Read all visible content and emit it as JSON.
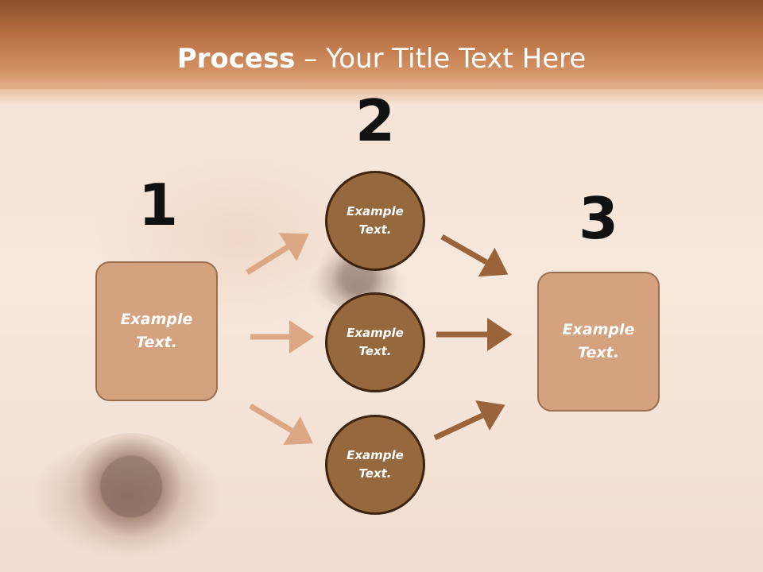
{
  "title": {
    "bold": "Process",
    "rest": " – Your Title Text Here"
  },
  "steps": {
    "one": "1",
    "two": "2",
    "three": "3"
  },
  "left_box": {
    "text": "Example Text."
  },
  "right_box": {
    "text": "Example Text."
  },
  "circles": [
    {
      "text": "Example Text."
    },
    {
      "text": "Example Text."
    },
    {
      "text": "Example Text."
    }
  ],
  "colors": {
    "header": "#b56c3f",
    "box_fill": "#d4a27e",
    "circle_fill": "#96683d",
    "circle_border": "#3e2410",
    "arrow_light": "#dca784",
    "arrow_dark": "#9a6339"
  }
}
